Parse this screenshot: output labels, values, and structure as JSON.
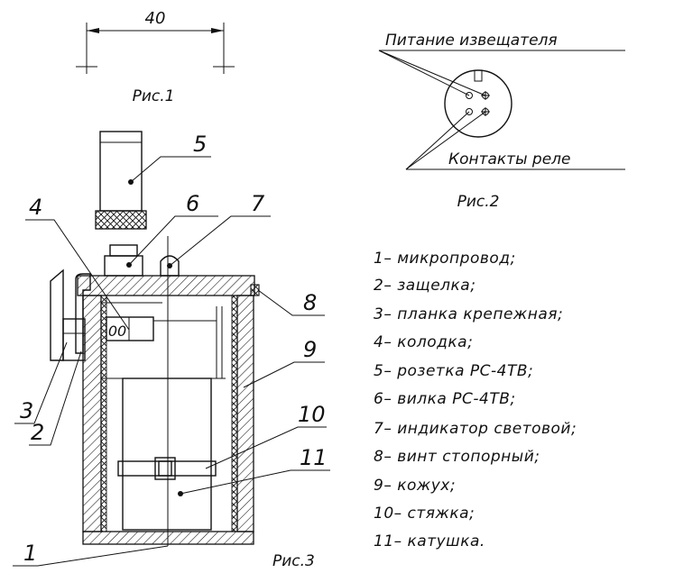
{
  "dimension": "40",
  "fig1_caption": "Рис.1",
  "fig2_caption": "Рис.2",
  "fig3_caption": "Рис.3",
  "fig2_labels": {
    "power": "Питание извещателя",
    "contacts": "Контакты реле"
  },
  "callouts": [
    "1",
    "2",
    "3",
    "4",
    "5",
    "6",
    "7",
    "8",
    "9",
    "10",
    "11"
  ],
  "legend": [
    "1– микропровод;",
    "2– защелка;",
    "3– планка крепежная;",
    "4– колодка;",
    "5– розетка РС-4ТВ;",
    "6– вилка РС-4ТВ;",
    "7– индикатор световой;",
    "8– винт стопорный;",
    "9– кожух;",
    "10– стяжка;",
    "11– катушка."
  ],
  "connector_text": "00"
}
